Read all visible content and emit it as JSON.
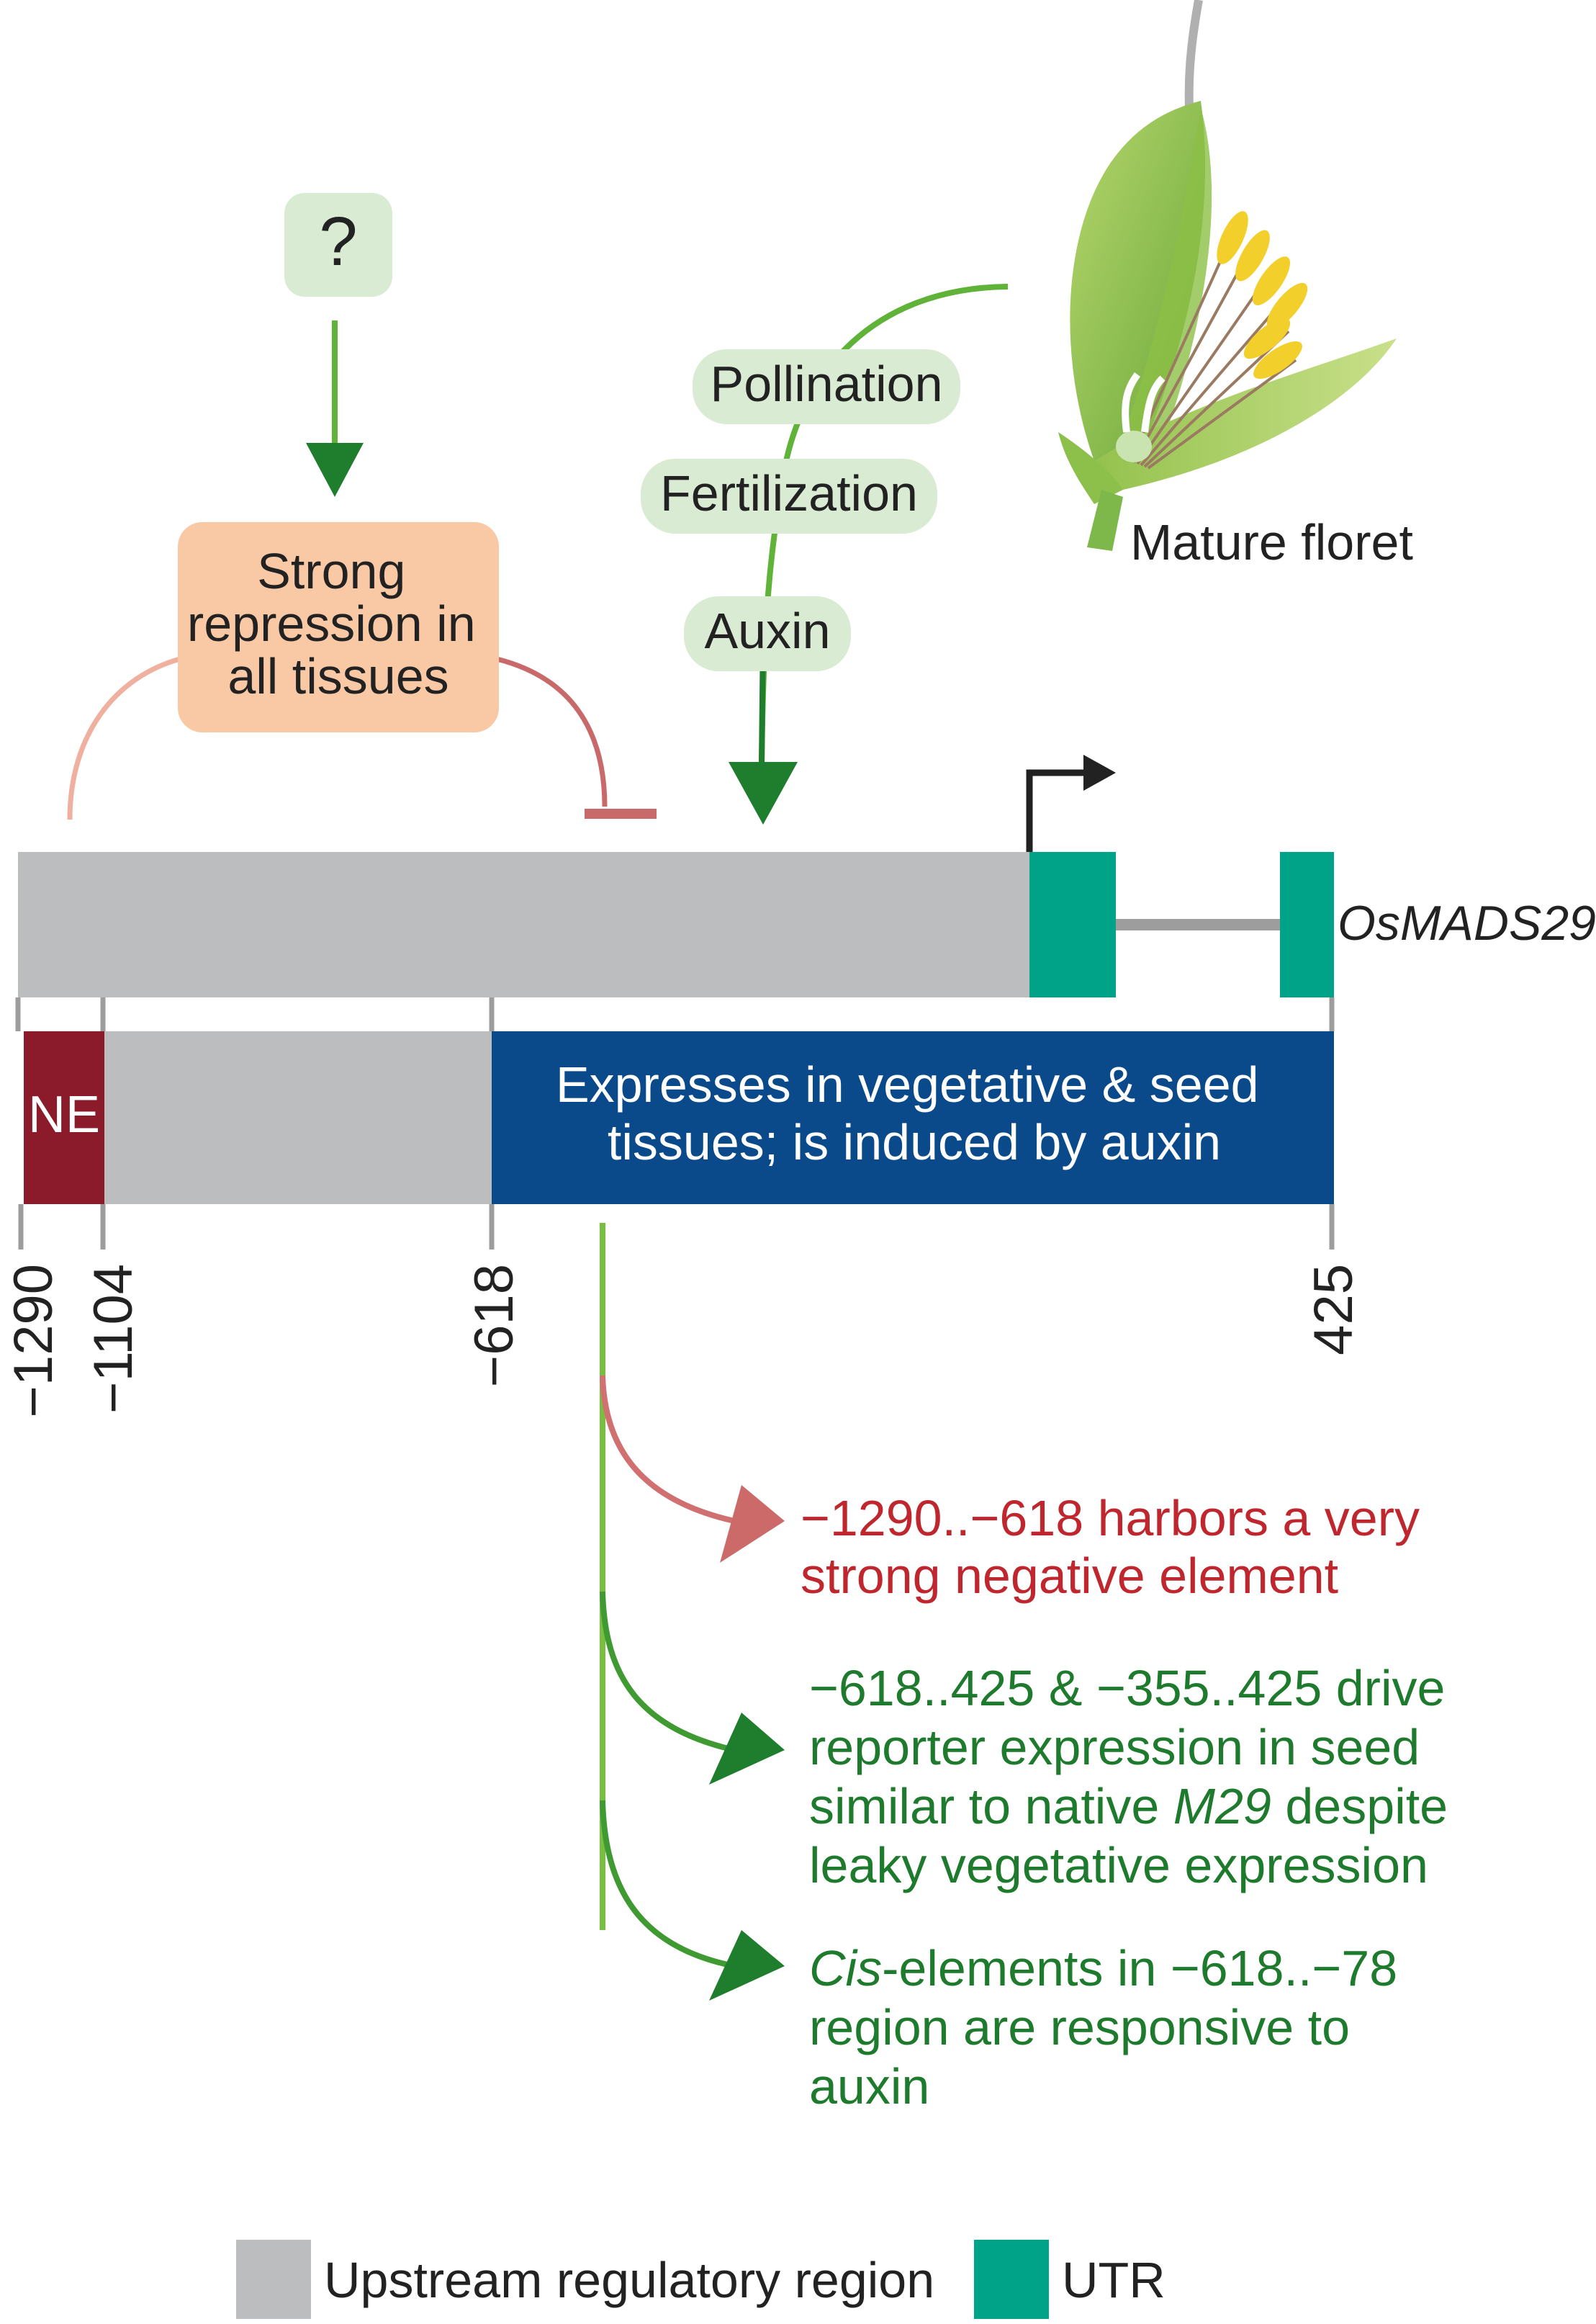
{
  "question_box": {
    "label": "?"
  },
  "repression_box": {
    "lines": [
      "Strong",
      "repression in",
      "all tissues"
    ]
  },
  "signals": {
    "pollination": "Pollination",
    "fertilization": "Fertilization",
    "auxin": "Auxin"
  },
  "floret": {
    "label": "Mature floret"
  },
  "gene": {
    "name": "OsMADS29"
  },
  "regions": {
    "ne_label": "NE",
    "blue_lines": [
      "Expresses in vegetative & seed",
      "tissues; is induced by auxin"
    ]
  },
  "positions": [
    "−1290",
    "−1104",
    "−618",
    "425"
  ],
  "findings": {
    "finding1": [
      "−1290..−618 harbors a very",
      "strong negative element"
    ],
    "finding2": [
      "−618..425 & −355..425 drive",
      "reporter expression in seed",
      "similar to native ",
      "M29",
      " despite",
      "leaky vegetative expression"
    ],
    "finding3": [
      "Cis",
      "-elements in −618..−78",
      "region are responsive to",
      "auxin"
    ]
  },
  "legend": {
    "upstream": "Upstream regulatory region",
    "utr": "UTR"
  },
  "colors": {
    "upstream_gray": "#bcbdbf",
    "utr_teal": "#00a388",
    "ne_maroon": "#8b1a2b",
    "blue_region": "#0b4a8a",
    "repression_fill": "#f8c9a4",
    "signal_fill": "#d9ebd3",
    "red_text": "#c0262d",
    "green_text": "#1e7a2c",
    "green_arrow": "#1f7d2e"
  }
}
